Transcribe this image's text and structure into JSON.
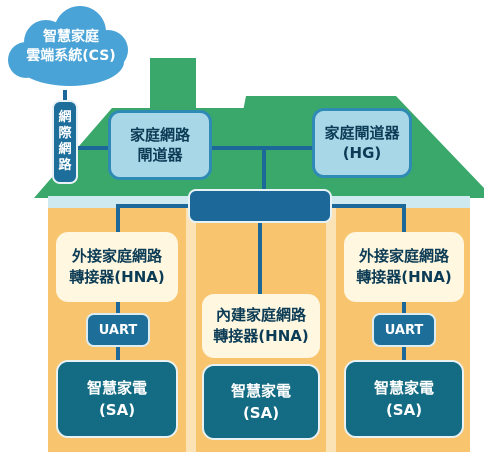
{
  "colors": {
    "roof_green": "#3aa86b",
    "wall_orange": "#f8c56e",
    "network_blue": "#1c6999",
    "gateway_light_blue": "#a8d8e8",
    "appliance_teal": "#136c83",
    "hna_cream": "#fff7df",
    "cloud_blue": "#4aa3d6"
  },
  "cloud": {
    "line1": "智慧家庭",
    "line2": "雲端系統(CS)",
    "icon": "cloud-icon"
  },
  "internet": {
    "chars": [
      "網",
      "際",
      "網",
      "路"
    ]
  },
  "home_network_gateway": {
    "line1": "家庭網路",
    "line2": "閘道器"
  },
  "home_gateway": {
    "line1": "家庭閘道器",
    "line2": "(HG)"
  },
  "left_hna": {
    "line1": "外接家庭網路",
    "line2": "轉接器(HNA)"
  },
  "right_hna": {
    "line1": "外接家庭網路",
    "line2": "轉接器(HNA)"
  },
  "center_hna": {
    "line1": "內建家庭網路",
    "line2": "轉接器(HNA)"
  },
  "left_uart": {
    "label": "UART"
  },
  "right_uart": {
    "label": "UART"
  },
  "left_sa": {
    "line1": "智慧家電",
    "line2": "(SA)"
  },
  "center_sa": {
    "line1": "智慧家電",
    "line2": "(SA)"
  },
  "right_sa": {
    "line1": "智慧家電",
    "line2": "(SA)"
  }
}
